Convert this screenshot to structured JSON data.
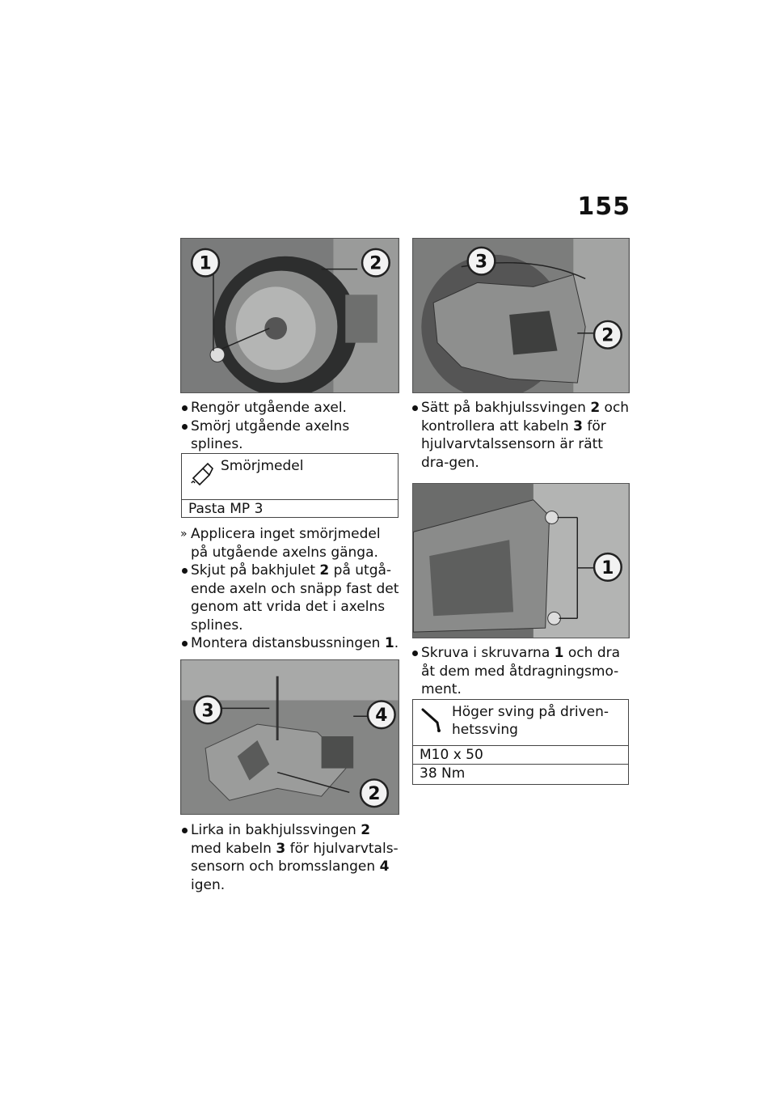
{
  "page_number": "155",
  "photos": {
    "p1_labels": [
      "1",
      "2"
    ],
    "p2_labels": [
      "3",
      "4",
      "2"
    ],
    "p3_labels": [
      "3",
      "2"
    ],
    "p4_labels": [
      "1"
    ]
  },
  "left_col": {
    "step1": "Rengör utgående axel.",
    "step2": "Smörj utgående axelns splines.",
    "lube_table": {
      "title": "Smörjmedel",
      "value": "Pasta MP 3"
    },
    "result1": "Applicera inget smörjmedel på utgående axelns gänga.",
    "step3_a": "Skjut på bakhjulet ",
    "step3_num": "2",
    "step3_b": " på utgå-ende axeln och snäpp fast det genom att vrida det i axelns splines.",
    "step4_a": "Montera distansbussningen ",
    "step4_num": "1",
    "step4_b": ".",
    "step5_a": "Lirka in bakhjulssvingen ",
    "step5_num1": "2",
    "step5_b": " med kabeln ",
    "step5_num2": "3",
    "step5_c": " för hjulvarvtals-sensorn och bromsslangen ",
    "step5_num3": "4",
    "step5_d": " igen."
  },
  "right_col": {
    "step1_a": "Sätt på bakhjulssvingen ",
    "step1_num1": "2",
    "step1_b": " och kontrollera att kabeln ",
    "step1_num2": "3",
    "step1_c": " för hjulvarvtalssensorn är rätt dra-gen.",
    "step2_a": "Skruva i skruvarna ",
    "step2_num": "1",
    "step2_b": " och dra åt dem med åtdragningsmo-ment.",
    "torque_table": {
      "title": "Höger sving på driven-hetssving",
      "row1": "M10 x 50",
      "row2": "38 Nm"
    }
  }
}
